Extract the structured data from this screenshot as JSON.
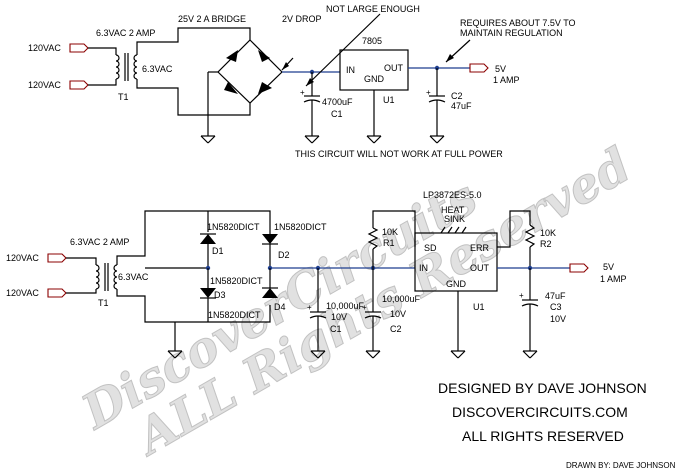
{
  "top": {
    "in1": "120VAC",
    "in2": "120VAC",
    "xfmr_rating": "6.3VAC 2 AMP",
    "xfmr_secondary": "6.3VAC",
    "xfmr_ref": "T1",
    "bridge": "25V 2 A BRIDGE",
    "drop_note": "2V DROP",
    "cap_note": "NOT LARGE ENOUGH",
    "reg_note_1": "REQUIRES ABOUT 7.5V TO",
    "reg_note_2": "MAINTAIN REGULATION",
    "reg_part": "7805",
    "reg_in": "IN",
    "reg_gnd": "GND",
    "reg_out": "OUT",
    "reg_ref": "U1",
    "c1_value": "4700uF",
    "c1_ref": "C1",
    "c2_ref": "C2",
    "c2_value": "47uF",
    "out_v": "5V",
    "out_a": "1 AMP",
    "warning": "THIS CIRCUIT WILL NOT WORK AT FULL POWER"
  },
  "bottom": {
    "in1": "120VAC",
    "in2": "120VAC",
    "xfmr_rating": "6.3VAC 2 AMP",
    "xfmr_secondary": "6.3VAC",
    "xfmr_ref": "T1",
    "diode_part": "1N5820DICT",
    "d1": "D1",
    "d2": "D2",
    "d3": "D3",
    "d4": "D4",
    "reg_part": "LP3872ES-5.0",
    "heat_1": "HEAT",
    "heat_2": "SINK",
    "reg_sd": "SD",
    "reg_err": "ERR",
    "reg_in": "IN",
    "reg_out": "OUT",
    "reg_gnd": "GND",
    "reg_ref": "U1",
    "r1_value": "10K",
    "r1_ref": "R1",
    "r2_value": "10K",
    "r2_ref": "R2",
    "c1_value": "10,000uF",
    "c1_volt": "10V",
    "c1_ref": "C1",
    "c2_value": "10,000uF",
    "c2_volt": "10V",
    "c2_ref": "C2",
    "c3_value": "47uF",
    "c3_ref": "C3",
    "c3_volt": "10V",
    "out_v": "5V",
    "out_a": "1 AMP"
  },
  "credits": {
    "designed_by": "DESIGNED BY DAVE JOHNSON",
    "site": "DISCOVERCIRCUITS.COM",
    "rights": "ALL RIGHTS RESERVED",
    "drawn_by": "DRAWN BY:  DAVE JOHNSON"
  },
  "watermark": {
    "line1": "DiscoverCircuits",
    "line2": "ALL Rights Reserved"
  }
}
